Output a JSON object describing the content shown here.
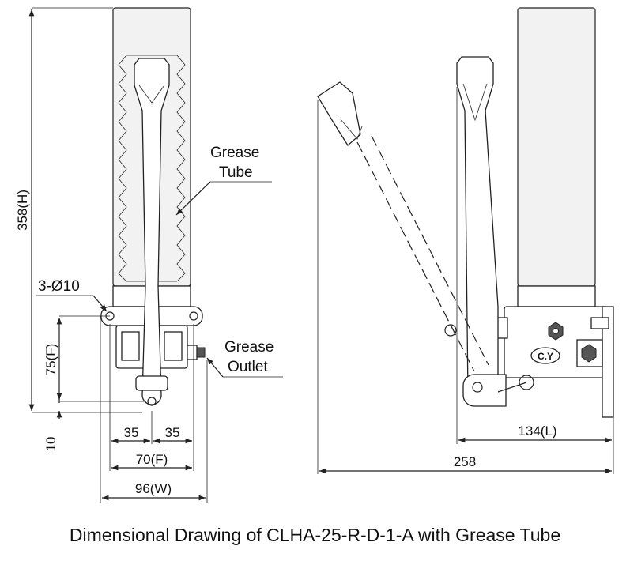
{
  "caption": "Dimensional Drawing of CLHA-25-R-D-1-A with Grease Tube",
  "labels": {
    "grease_tube_line1": "Grease",
    "grease_tube_line2": "Tube",
    "grease_outlet_line1": "Grease",
    "grease_outlet_line2": "Outlet",
    "mounting_holes": "3-Ø10",
    "brand_mark": "C.Y"
  },
  "dimensions": {
    "height": "358(H)",
    "f_vertical": "75(F)",
    "offset": "10",
    "half_left": "35",
    "half_right": "35",
    "f_horizontal": "70(F)",
    "width": "96(W)",
    "length": "134(L)",
    "total": "258"
  }
}
